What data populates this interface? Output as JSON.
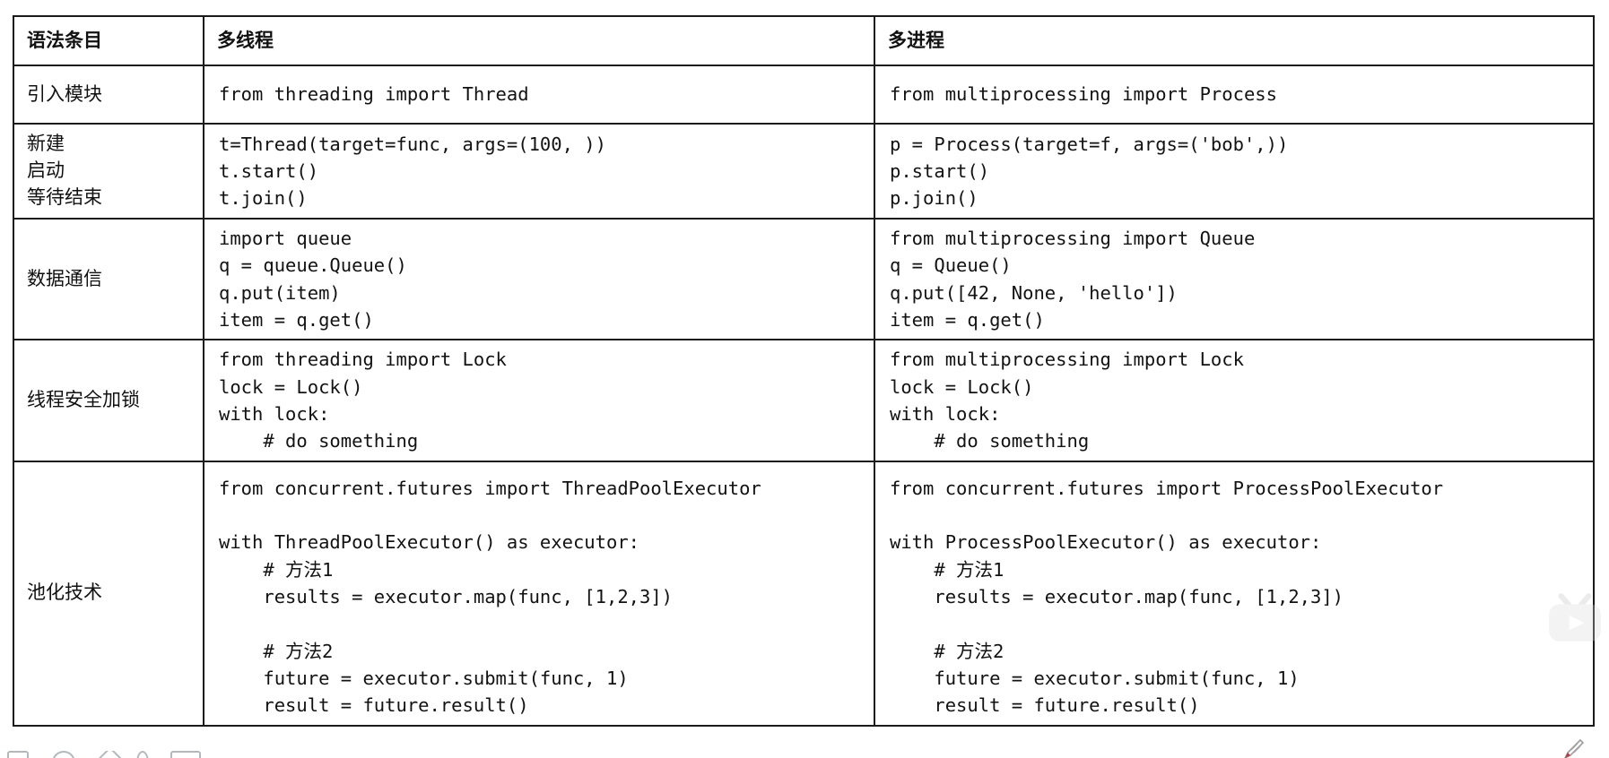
{
  "table": {
    "columns": [
      {
        "key": "item",
        "header": "语法条目"
      },
      {
        "key": "thread",
        "header": "多线程"
      },
      {
        "key": "process",
        "header": "多进程"
      }
    ],
    "header_background": "#6ec9f9",
    "border_color": "#1a1a1a",
    "rows": [
      {
        "item": "引入模块",
        "thread": "from threading import Thread",
        "process": "from multiprocessing import Process"
      },
      {
        "item": "新建\n启动\n等待结束",
        "thread": "t=Thread(target=func, args=(100, ))\nt.start()\nt.join()",
        "process": "p = Process(target=f, args=('bob',))\np.start()\np.join()"
      },
      {
        "item": "数据通信",
        "thread": "import queue\nq = queue.Queue()\nq.put(item)\nitem = q.get()",
        "process": "from multiprocessing import Queue\nq = Queue()\nq.put([42, None, 'hello'])\nitem = q.get()"
      },
      {
        "item": "线程安全加锁",
        "thread": "from threading import Lock\nlock = Lock()\nwith lock:\n    # do something",
        "process": "from multiprocessing import Lock\nlock = Lock()\nwith lock:\n    # do something"
      },
      {
        "item": "池化技术",
        "thread": "from concurrent.futures import ThreadPoolExecutor\n\nwith ThreadPoolExecutor() as executor:\n    # 方法1\n    results = executor.map(func, [1,2,3])\n\n    # 方法2\n    future = executor.submit(func, 1)\n    result = future.result()",
        "process": "from concurrent.futures import ProcessPoolExecutor\n\nwith ProcessPoolExecutor() as executor:\n    # 方法1\n    results = executor.map(func, [1,2,3])\n\n    # 方法2\n    future = executor.submit(func, 1)\n    result = future.result()"
      }
    ]
  },
  "overlay": {
    "watermark_icon": "bilibili-tv-icon",
    "pen_icon": "pen-icon"
  }
}
